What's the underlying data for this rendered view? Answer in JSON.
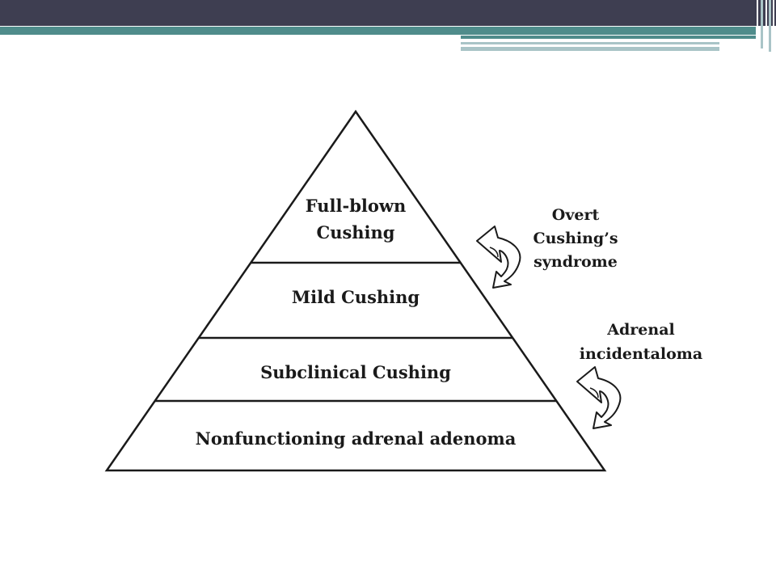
{
  "theme": {
    "banner_dark": "#3e3e51",
    "banner_teal": "#4f8c8b",
    "banner_light": "#a9c4c7",
    "stroke": "#1a1a1a"
  },
  "pyramid": {
    "tiers": [
      {
        "line1": "Full-blown",
        "line2": "Cushing"
      },
      {
        "line1": "Mild Cushing"
      },
      {
        "line1": "Subclinical Cushing"
      },
      {
        "line1": "Nonfunctioning adrenal adenoma"
      }
    ]
  },
  "annotations": {
    "overt": {
      "line1": "Overt",
      "line2": "Cushing’s",
      "line3": "syndrome",
      "icon": "u-turn-arrow-icon"
    },
    "incidentaloma": {
      "line1": "Adrenal",
      "line2": "incidentaloma",
      "icon": "u-turn-arrow-icon"
    }
  }
}
